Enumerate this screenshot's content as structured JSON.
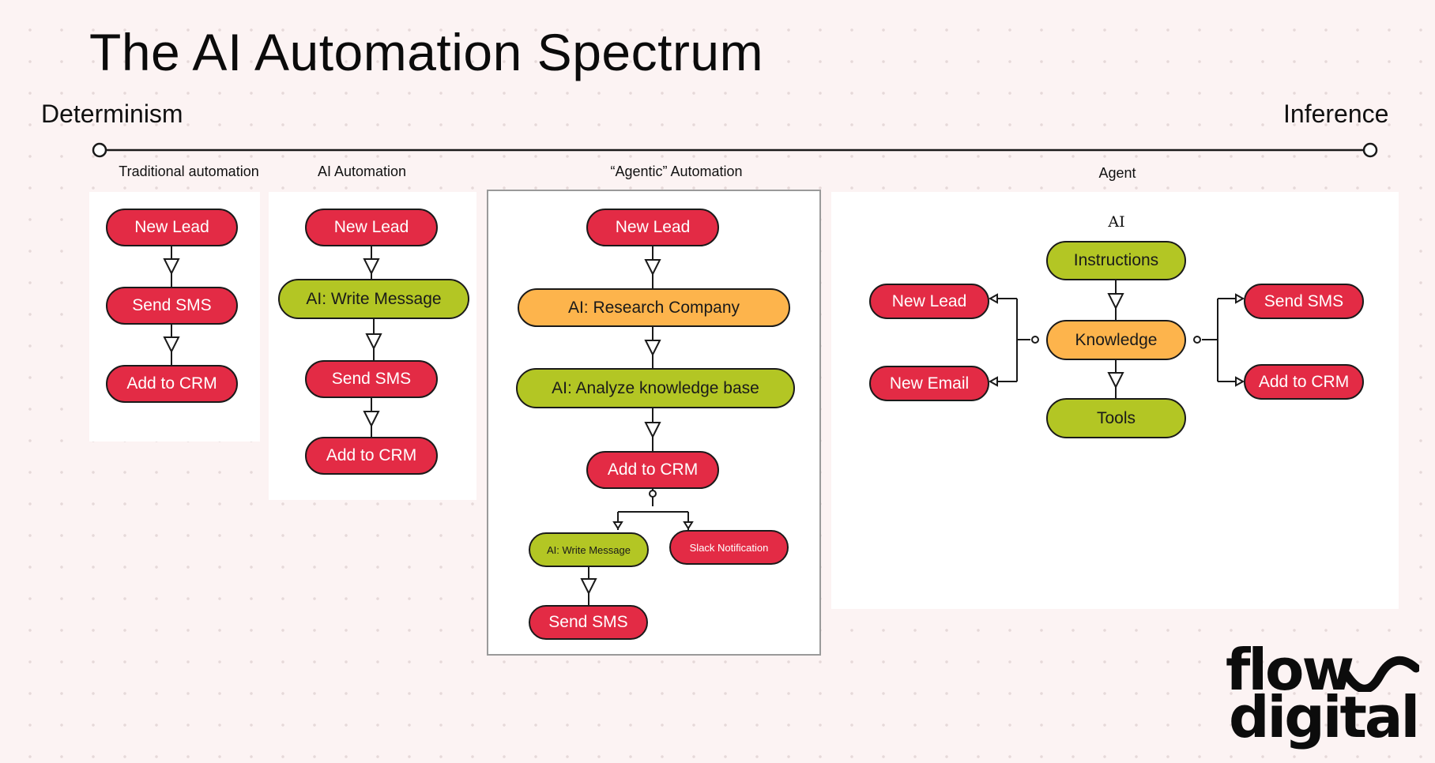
{
  "title": "The AI Automation Spectrum",
  "spectrum": {
    "left_label": "Determinism",
    "right_label": "Inference"
  },
  "stages": [
    {
      "label": "Traditional automation",
      "nodes": [
        "New Lead",
        "Send SMS",
        "Add to CRM"
      ]
    },
    {
      "label": "AI Automation",
      "nodes": [
        "New Lead",
        "AI: Write Message",
        "Send SMS",
        "Add to CRM"
      ]
    },
    {
      "label": "“Agentic” Automation",
      "nodes": [
        "New Lead",
        "AI: Research Company",
        "AI: Analyze knowledge base",
        "Add to CRM",
        "AI: Write Message",
        "Slack Notification",
        "Send SMS"
      ]
    },
    {
      "label": "Agent",
      "ai_label": "AI",
      "core": [
        "Instructions",
        "Knowledge",
        "Tools"
      ],
      "inputs": [
        "New Lead",
        "New Email"
      ],
      "outputs": [
        "Send SMS",
        "Add to CRM"
      ]
    }
  ],
  "logo": {
    "line1": "flow",
    "line2": "digital"
  },
  "colors": {
    "red": "#e32b45",
    "green": "#b3c624",
    "orange": "#fdb44c",
    "background": "#fcf3f3"
  }
}
